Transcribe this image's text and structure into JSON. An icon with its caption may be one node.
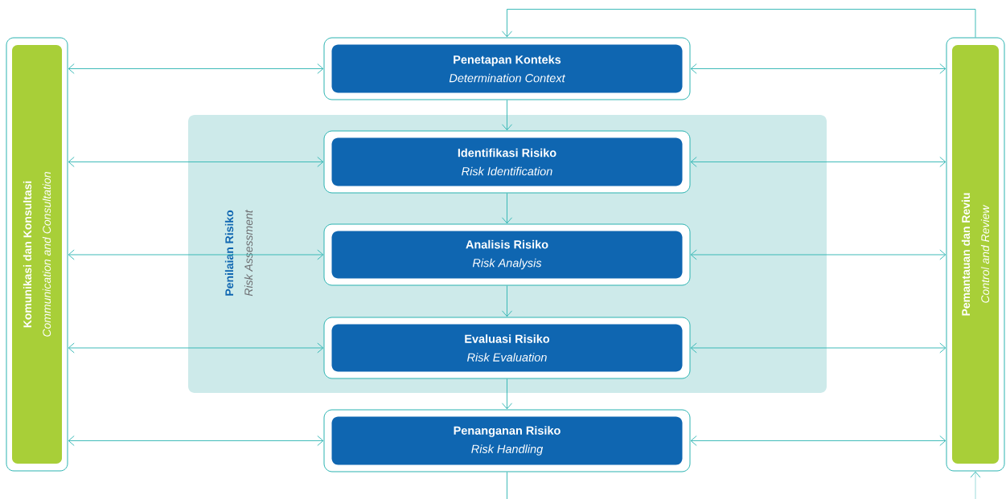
{
  "diagram": {
    "nodes": [
      {
        "text": [
          "Komunikasi dan Konsultasi",
          "Communication and Consultation"
        ]
      },
      {
        "text": [
          "Penetapan Konteks",
          "Determination Context"
        ]
      },
      {
        "text": [
          "Penilaian Risiko",
          "Risk Assessment"
        ]
      },
      {
        "text": [
          "Identifikasi Risiko",
          "Risk Identification"
        ],
        "in": 2
      },
      {
        "text": [
          "Analisis Risiko",
          "Risk Analysis"
        ],
        "in": 2
      },
      {
        "text": [
          "Evaluasi Risiko",
          "Risk Evaluation"
        ],
        "in": 2
      },
      {
        "text": [
          "Penanganan Risiko",
          "Risk Handling"
        ]
      },
      {
        "text": [
          "Pemantauan dan Reviu",
          "Control and Review"
        ]
      }
    ],
    "edges": [
      {
        "from": 0,
        "to": 1,
        "arrow": "both"
      },
      {
        "from": 0,
        "to": 3,
        "arrow": "both"
      },
      {
        "from": 0,
        "to": 4,
        "arrow": "both"
      },
      {
        "from": 0,
        "to": 5,
        "arrow": "both"
      },
      {
        "from": 0,
        "to": 6,
        "arrow": "both"
      },
      {
        "from": 1,
        "to": 3,
        "arrow": "to"
      },
      {
        "from": 3,
        "to": 4,
        "arrow": "to"
      },
      {
        "from": 4,
        "to": 5,
        "arrow": "to"
      },
      {
        "from": 5,
        "to": 6,
        "arrow": "to"
      },
      {
        "from": 1,
        "to": 7,
        "arrow": "both"
      },
      {
        "from": 3,
        "to": 7,
        "arrow": "both"
      },
      {
        "from": 4,
        "to": 7,
        "arrow": "both"
      },
      {
        "from": 5,
        "to": 7,
        "arrow": "both"
      },
      {
        "from": 6,
        "to": 7,
        "arrow": "both"
      },
      {
        "from": 7,
        "to": 1,
        "arrow": "to"
      },
      {
        "from": 6,
        "to": null,
        "arrow": "none"
      },
      {
        "from": null,
        "to": 7,
        "arrow": "to"
      }
    ]
  }
}
